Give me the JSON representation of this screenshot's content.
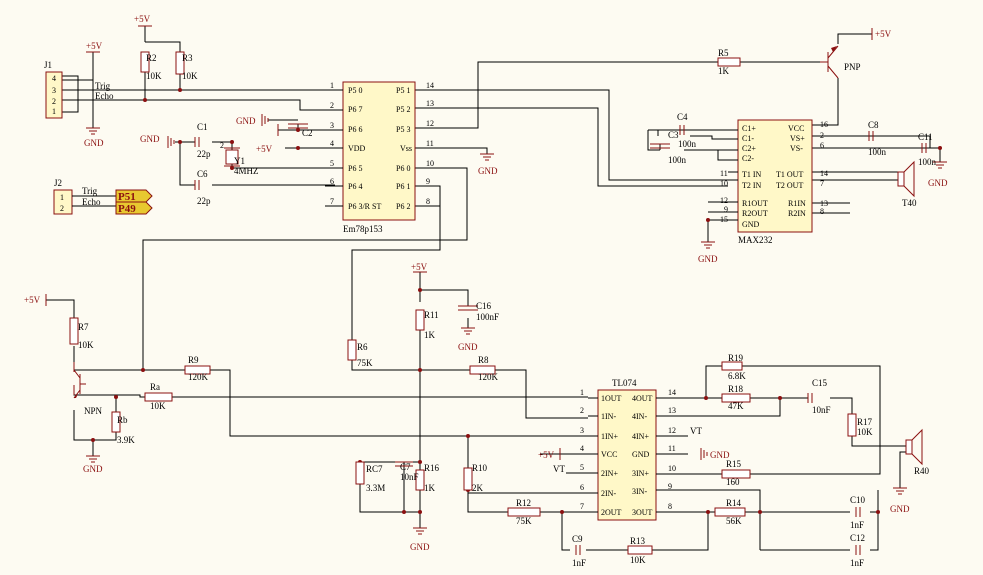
{
  "parts": {
    "j1": "J1",
    "j2": "J2",
    "mcu": "Em78p153",
    "max": "MAX232",
    "tl": "TL074",
    "y1": "Y1",
    "y1v": "4MHZ",
    "pnp": "PNP",
    "npn": "NPN",
    "t40": "T40",
    "r40": "R40",
    "c1": "C1",
    "c1v": "22p",
    "c2": "C2",
    "c3": "C3",
    "c3v": "100n",
    "c4": "C4",
    "c4v": "100n",
    "c6": "C6",
    "c6v": "22p",
    "c7": "C7",
    "c7v": "10nF",
    "c8": "C8",
    "c8v": "100n",
    "c9": "C9",
    "c9v": "1nF",
    "c10": "C10",
    "c10v": "1nF",
    "c11": "C11",
    "c11v": "100n",
    "c12": "C12",
    "c12v": "1nF",
    "c15": "C15",
    "c15v": "10nF",
    "c16": "C16",
    "c16v": "100nF",
    "r2": "R2",
    "r2v": "10K",
    "r3": "R3",
    "r3v": "10K",
    "r5": "R5",
    "r5v": "1K",
    "r6": "R6",
    "r6v": "75K",
    "r7": "R7",
    "r7v": "10K",
    "r8": "R8",
    "r8v": "120K",
    "r9": "R9",
    "r9v": "120K",
    "ra": "Ra",
    "rav": "10K",
    "rb": "Rb",
    "rbv": "3.9K",
    "r10": "R10",
    "r10v": "2K",
    "r11": "R11",
    "r11v": "1K",
    "r12": "R12",
    "r12v": "75K",
    "r13": "R13",
    "r13v": "10K",
    "r14": "R14",
    "r14v": "56K",
    "r15": "R15",
    "r15v": "160",
    "r16": "R16",
    "r16v": "1K",
    "r17": "R17",
    "r17v": "10K",
    "r18": "R18",
    "r18v": "47K",
    "r19": "R19",
    "r19v": "6.8K",
    "rc7": "RC7",
    "rc7v": "3.3M"
  },
  "nets": {
    "p5v": "+5V",
    "gnd": "GND",
    "vdd": "VDD",
    "vss": "Vss",
    "vcc": "VCC",
    "vt": "VT",
    "trig": "Trig",
    "echo": "Echo",
    "p51": "P51",
    "p49": "P49"
  },
  "mcu_pins": {
    "l": [
      "P5 0",
      "P6 7",
      "P6 6",
      "VDD",
      "P6 5",
      "P6 4",
      "P6 3/R ST"
    ],
    "r": [
      "P5 1",
      "P5 2",
      "P5 3",
      "Vss",
      "P6 0",
      "P6 1",
      "P6 2"
    ],
    "ln": [
      "1",
      "2",
      "3",
      "4",
      "5",
      "6",
      "7"
    ],
    "rn": [
      "14",
      "13",
      "12",
      "11",
      "10",
      "9",
      "8"
    ]
  },
  "max_pins": {
    "l": [
      "C1+",
      "C1-",
      "C2+",
      "C2-",
      "T1 IN",
      "T2 IN",
      "R1OUT",
      "R2OUT",
      "GND"
    ],
    "r": [
      "VCC",
      "VS+",
      "VS-",
      "T1 OUT",
      "T2 OUT",
      "R1IN",
      "R2IN"
    ],
    "ln": [
      "11",
      "10",
      "12",
      "9",
      "15"
    ],
    "rn": [
      "16",
      "2",
      "6",
      "14",
      "7",
      "13",
      "8"
    ]
  },
  "tl_pins": {
    "l": [
      "1OUT",
      "1IN-",
      "1IN+",
      "VCC",
      "2IN+",
      "2IN-",
      "2OUT"
    ],
    "r": [
      "4OUT",
      "4IN-",
      "4IN+",
      "GND",
      "3IN+",
      "3IN-",
      "3OUT"
    ],
    "ln": [
      "1",
      "2",
      "3",
      "4",
      "5",
      "6",
      "7"
    ],
    "rn": [
      "14",
      "13",
      "12",
      "11",
      "10",
      "9",
      "8"
    ]
  },
  "conn_pins": {
    "j1": [
      "4",
      "3",
      "2",
      "1"
    ],
    "j2": [
      "1",
      "2"
    ],
    "y1": [
      "1",
      "2"
    ]
  }
}
